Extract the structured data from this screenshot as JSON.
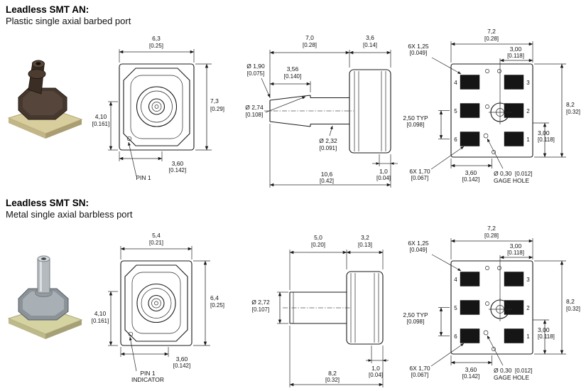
{
  "page": {
    "background": "#ffffff",
    "line_color": "#1a1a1a"
  },
  "sections": [
    {
      "title": "Leadless SMT AN:",
      "subtitle": "Plastic single axial barbed port",
      "top_view": {
        "width_mm": "6,3",
        "width_in": "[0.25]",
        "height_mm": "7,3",
        "height_in": "[0.29]",
        "offset_mm": "4,10",
        "offset_in": "[0.161]",
        "center_mm": "3,60",
        "center_in": "[0.142]",
        "pin1_line1": "PIN 1",
        "pin1_line2": ""
      },
      "side_view": {
        "port_len_mm": "7,0",
        "port_len_in": "[0.28]",
        "body_w_mm": "3,6",
        "body_w_in": "[0.14]",
        "tip_dia_mm": "Ø 1,90",
        "tip_dia_in": "[0.075]",
        "barb_pos_mm": "3,56",
        "barb_pos_in": "[0.140]",
        "barb_dia_mm": "Ø 2,74",
        "barb_dia_in": "[0.108]",
        "tube_dia_mm": "Ø 2,32",
        "tube_dia_in": "[0.091]",
        "lip_mm": "1,0",
        "lip_in": "[0.04]",
        "total_mm": "10,6",
        "total_in": "[0.42]"
      },
      "bottom_view": {
        "width_mm": "7,2",
        "width_in": "[0.28]",
        "port_edge_mm": "3,00",
        "port_edge_in": "[0.118]",
        "pad_w_mm": "6X 1,25",
        "pad_w_in": "[0.049]",
        "height_mm": "8,2",
        "height_in": "[0.32]",
        "pitch_mm": "2,50 TYP",
        "pitch_in": "[0.098]",
        "port_bottom_mm": "3,00",
        "port_bottom_in": "[0.118]",
        "pad_h_mm": "6X 1,70",
        "pad_h_in": "[0.067]",
        "center_mm": "3,60",
        "center_in": "[0.142]",
        "gage_dia": "Ø 0,30",
        "gage_in": "[0.012]",
        "gage_label": "GAGE HOLE",
        "pins": [
          "4",
          "3",
          "5",
          "2",
          "6",
          "1"
        ]
      }
    },
    {
      "title": "Leadless SMT SN:",
      "subtitle": "Metal single axial barbless port",
      "top_view": {
        "width_mm": "5,4",
        "width_in": "[0.21]",
        "height_mm": "6,4",
        "height_in": "[0.25]",
        "offset_mm": "4,10",
        "offset_in": "[0.161]",
        "center_mm": "3,60",
        "center_in": "[0.142]",
        "pin1_line1": "PIN 1",
        "pin1_line2": "INDICATOR"
      },
      "side_view": {
        "port_len_mm": "5,0",
        "port_len_in": "[0.20]",
        "body_w_mm": "3,2",
        "body_w_in": "[0.13]",
        "tube_dia_mm": "Ø 2,72",
        "tube_dia_in": "[0.107]",
        "lip_mm": "1,0",
        "lip_in": "[0.04]",
        "total_mm": "8,2",
        "total_in": "[0.32]"
      },
      "bottom_view": {
        "width_mm": "7,2",
        "width_in": "[0.28]",
        "port_edge_mm": "3,00",
        "port_edge_in": "[0.118]",
        "pad_w_mm": "6X 1,25",
        "pad_w_in": "[0.049]",
        "height_mm": "8,2",
        "height_in": "[0.32]",
        "pitch_mm": "2,50 TYP",
        "pitch_in": "[0.098]",
        "port_bottom_mm": "3,00",
        "port_bottom_in": "[0.118]",
        "pad_h_mm": "6X 1,70",
        "pad_h_in": "[0.067]",
        "center_mm": "3,60",
        "center_in": "[0.142]",
        "gage_dia": "Ø 0,30",
        "gage_in": "[0.012]",
        "gage_label": "GAGE HOLE",
        "pins": [
          "4",
          "3",
          "5",
          "2",
          "6",
          "1"
        ]
      }
    }
  ]
}
